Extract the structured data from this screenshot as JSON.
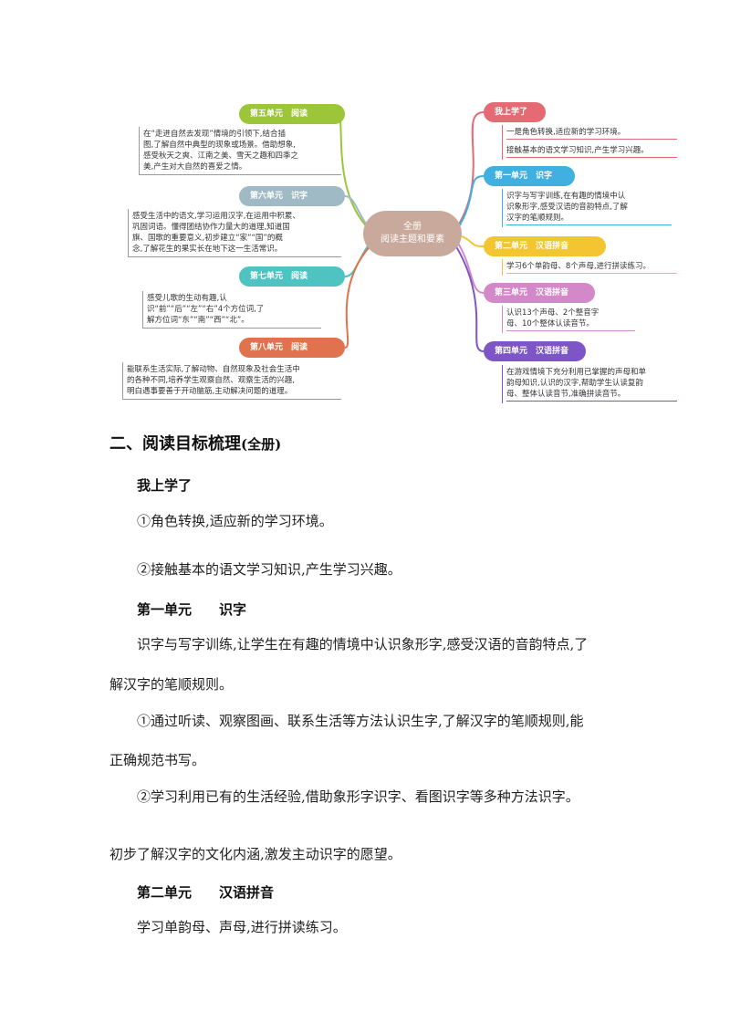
{
  "mindmap": {
    "center": {
      "line1": "全册",
      "line2": "阅读主题和要素"
    },
    "left": [
      {
        "title": "第五单元　阅读",
        "color": "#9dc53a",
        "lines": [
          "在“走进自然去发现”情境的引领下,结合插",
          "图,了解自然中典型的现象或场景。借助想象,",
          "感受秋天之爽、江南之美、雪天之趣和四季之",
          "美,产生对大自然的喜爱之情。"
        ]
      },
      {
        "title": "第六单元　识字",
        "color": "#9fb9c5",
        "lines": [
          "感受生活中的语文,学习运用汉字,在运用中积累、",
          "巩固词语。懂得团结协作力量大的道理,知道国",
          "旗、国歌的重要意义,初步建立“家”“国”的概",
          "念,了解花生的果实长在地下这一生活常识。"
        ]
      },
      {
        "title": "第七单元　阅读",
        "color": "#4fc2c2",
        "lines": [
          "感受儿歌的生动有趣,认",
          "识“前”“后”“左”“右”4个方位词,了",
          "解方位词“东”“南”“西”“北”。"
        ]
      },
      {
        "title": "第八单元　阅读",
        "color": "#e0734d",
        "lines": [
          "能联系生活实际,了解动物、自然现象及社会生活中",
          "的各种不同,培养学生观察自然、观察生活的兴趣,",
          "明白遇事要善于开动脑筋,主动解决问题的道理。"
        ]
      }
    ],
    "right": [
      {
        "title": "我上学了",
        "color": "#e46a73",
        "lines": [
          "一是角色转换,适应新的学习环境。",
          "接触基本的语文学习知识,产生学习兴趣。"
        ]
      },
      {
        "title": "第一单元　识字",
        "color": "#3fb0e0",
        "lines": [
          "识字与写字训练,在有趣的情境中认",
          "识象形字,感受汉语的音韵特点,了解",
          "汉字的笔顺规则。"
        ]
      },
      {
        "title": "第二单元　汉语拼音",
        "color": "#f2c531",
        "lines": [
          "学习6个单韵母、8个声母,进行拼读练习。"
        ]
      },
      {
        "title": "第三单元　汉语拼音",
        "color": "#d389c9",
        "lines": [
          "认识13个声母、2个整音字",
          "母、10个整体认读音节。"
        ]
      },
      {
        "title": "第四单元　汉语拼音",
        "color": "#7d55c6",
        "lines": [
          "在游戏情境下充分利用已掌握的声母和单",
          "韵母知识,认识的汉字,帮助学生认读复韵",
          "母、整体认读音节,准确拼读音节。"
        ]
      }
    ]
  },
  "section_title": "二、阅读目标梳理",
  "section_title_suffix": "(全册)",
  "content": {
    "s1": "我上学了",
    "p1": "①角色转换,适应新的学习环境。",
    "p2": "②接触基本的语文学习知识,产生学习兴趣。",
    "s2": "第一单元　　识字",
    "p3a": "识字与写字训练,让学生在有趣的情境中认识象形字,感受汉语的音韵特点,了",
    "p3b": "解汉字的笔顺规则。",
    "p4a": "①通过听读、观察图画、联系生活等方法认识生字,了解汉字的笔顺规则,能",
    "p4b": "正确规范书写。",
    "p5": "②学习利用已有的生活经验,借助象形字识字、看图识字等多种方法识字。",
    "p6": "初步了解汉字的文化内涵,激发主动识字的愿望。",
    "s3": "第二单元　　汉语拼音",
    "p7": "学习单韵母、声母,进行拼读练习。"
  }
}
